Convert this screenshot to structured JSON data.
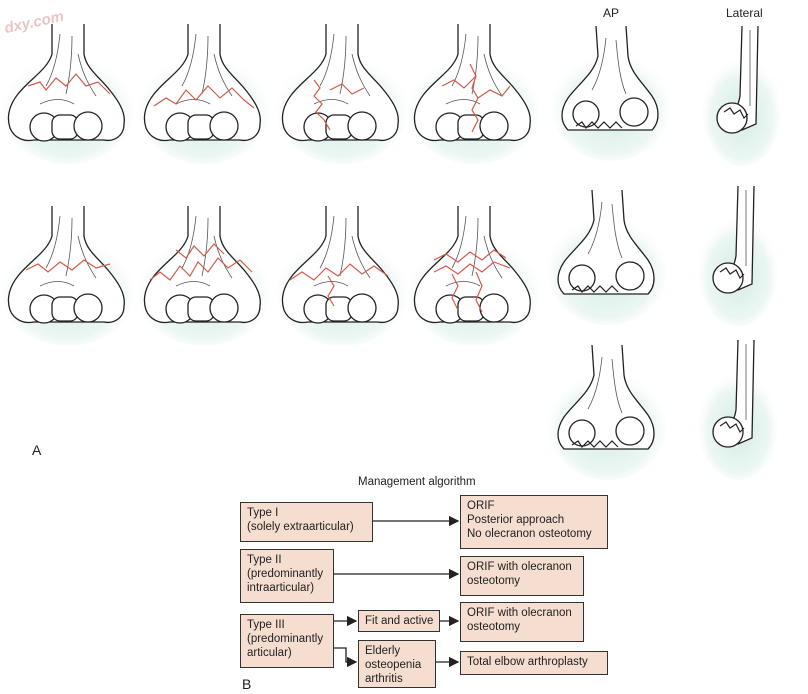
{
  "watermark": "dxy.com",
  "panel_a": {
    "label": "A",
    "col_labels": {
      "ap": "AP",
      "lateral": "Lateral"
    }
  },
  "panel_b": {
    "label": "B",
    "title": "Management algorithm",
    "boxes": {
      "type1": [
        "Type I",
        "(solely extraarticular)"
      ],
      "type2": [
        "Type II",
        "(predominantly",
        "intraarticular)"
      ],
      "type3": [
        "Type III",
        "(predominantly",
        "articular)"
      ],
      "fit": [
        "Fit and active"
      ],
      "elderly": [
        "Elderly",
        "osteopenia",
        "arthritis"
      ],
      "orif1": [
        "ORIF",
        "Posterior approach",
        "No olecranon osteotomy"
      ],
      "orif2": [
        "ORIF with olecranon",
        "osteotomy"
      ],
      "orif3": [
        "ORIF with olecranon",
        "osteotomy"
      ],
      "arthroplasty": [
        "Total elbow arthroplasty"
      ]
    }
  },
  "colors": {
    "box_fill": "#f5ddd0",
    "fracture_line": "#d35a4a",
    "halo": "#c9e6dc",
    "outline": "#222222"
  }
}
